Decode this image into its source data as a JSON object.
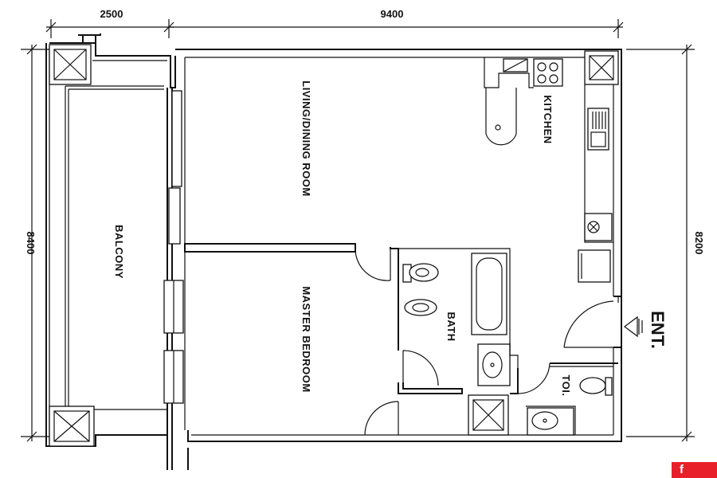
{
  "dimensions": {
    "top_left": "2500",
    "top_right": "9400",
    "left": "8400",
    "right": "8200"
  },
  "rooms": {
    "balcony": "BALCONY",
    "living_dining": "LIVING/DINING ROOM",
    "kitchen": "KITCHEN",
    "master_bedroom": "MASTER BEDROOM",
    "bath": "BATH",
    "toilet": "TOI.",
    "entrance": "ENT."
  },
  "colors": {
    "walls": "#111111",
    "badge": "#e8202a"
  },
  "badge": {
    "text": "f"
  }
}
